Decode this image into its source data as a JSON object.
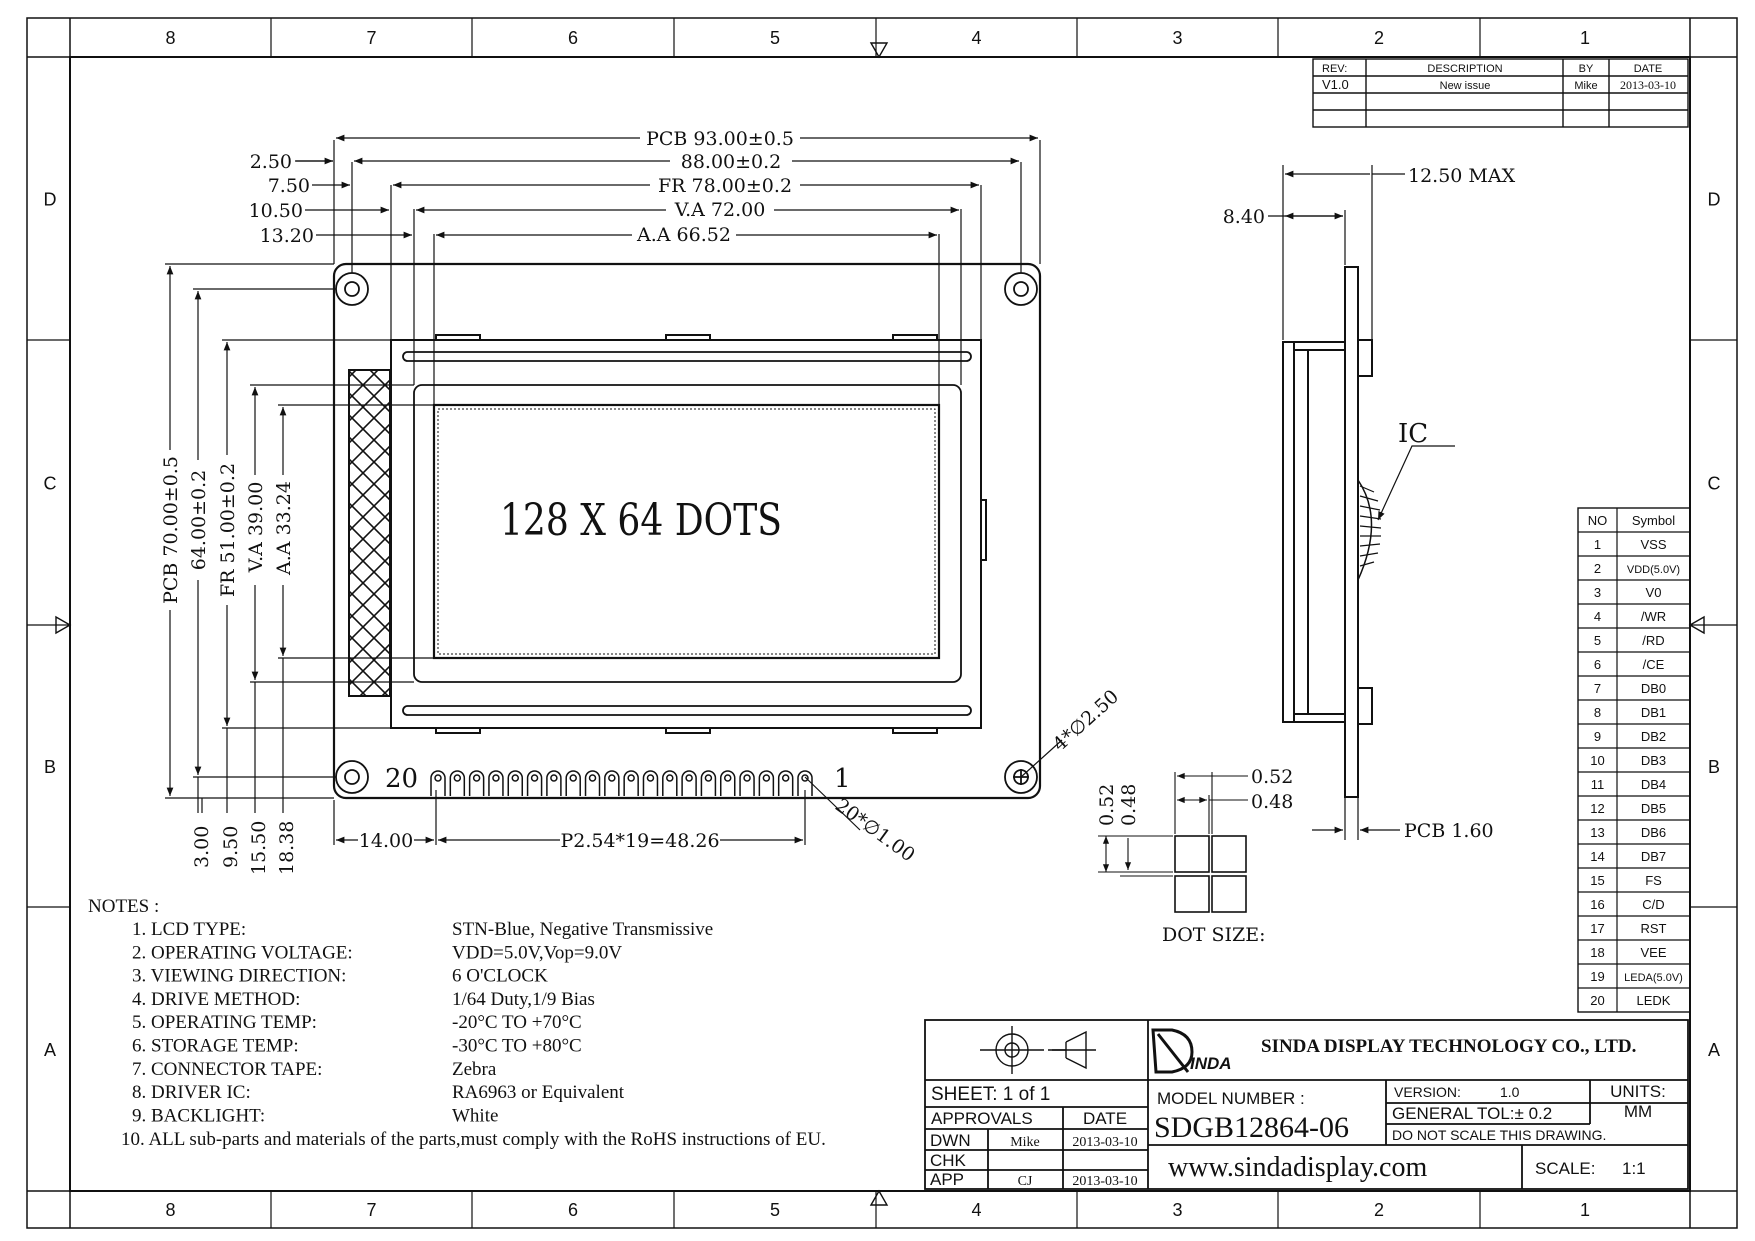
{
  "frame": {
    "columns_top": [
      "8",
      "7",
      "6",
      "5",
      "4",
      "3",
      "2",
      "1"
    ],
    "columns_bottom": [
      "8",
      "7",
      "6",
      "5",
      "4",
      "3",
      "2",
      "1"
    ],
    "rows": [
      "D",
      "C",
      "B",
      "A"
    ]
  },
  "revision": {
    "headers": [
      "REV:",
      "DESCRIPTION",
      "BY",
      "DATE"
    ],
    "rows": [
      [
        "V1.0",
        "New issue",
        "Mike",
        "2013-03-10"
      ]
    ]
  },
  "front_view": {
    "h_dims": [
      {
        "id": "pcb_w",
        "text": "PCB 93.00±0.5"
      },
      {
        "id": "hole_w",
        "text": "88.00±0.2"
      },
      {
        "id": "fr_w",
        "text": "FR 78.00±0.2"
      },
      {
        "id": "va_w",
        "text": "V.A 72.00"
      },
      {
        "id": "aa_w",
        "text": "A.A 66.52"
      }
    ],
    "left_offsets": [
      "2.50",
      "7.50",
      "10.50",
      "13.20"
    ],
    "v_dims": [
      "PCB 70.00±0.5",
      "64.00±0.2",
      "FR 51.00±0.2",
      "V.A 39.00",
      "A.A 33.24"
    ],
    "bottom_offsets": [
      "3.00",
      "9.50",
      "15.50",
      "18.38"
    ],
    "display_text": "128 X 64 DOTS",
    "pin_first": "1",
    "pin_last": "20",
    "pin_pitch": "P2.54*19=48.26",
    "pin_offset": "14.00",
    "pin_hole": "20*∅1.00",
    "mount_hole": "4*∅2.50"
  },
  "side_view": {
    "max_thickness": "12.50 MAX",
    "depth": "8.40",
    "ic_label": "IC",
    "pcb_thickness": "PCB 1.60"
  },
  "dot_size": {
    "label": "DOT SIZE:",
    "h1": "0.52",
    "h2": "0.48",
    "v1": "0.52",
    "v2": "0.48"
  },
  "pins": {
    "headers": [
      "NO",
      "Symbol"
    ],
    "rows": [
      [
        "1",
        "VSS"
      ],
      [
        "2",
        "VDD(5.0V)"
      ],
      [
        "3",
        "V0"
      ],
      [
        "4",
        "/WR"
      ],
      [
        "5",
        "/RD"
      ],
      [
        "6",
        "/CE"
      ],
      [
        "7",
        "DB0"
      ],
      [
        "8",
        "DB1"
      ],
      [
        "9",
        "DB2"
      ],
      [
        "10",
        "DB3"
      ],
      [
        "11",
        "DB4"
      ],
      [
        "12",
        "DB5"
      ],
      [
        "13",
        "DB6"
      ],
      [
        "14",
        "DB7"
      ],
      [
        "15",
        "FS"
      ],
      [
        "16",
        "C/D"
      ],
      [
        "17",
        "RST"
      ],
      [
        "18",
        "VEE"
      ],
      [
        "19",
        "LEDA(5.0V)"
      ],
      [
        "20",
        "LEDK"
      ]
    ]
  },
  "notes": {
    "title": "NOTES :",
    "items": [
      {
        "label": "1. LCD TYPE:",
        "value": "STN-Blue, Negative Transmissive"
      },
      {
        "label": "2. OPERATING VOLTAGE:",
        "value": "VDD=5.0V,Vop=9.0V"
      },
      {
        "label": "3. VIEWING DIRECTION:",
        "value": "6 O'CLOCK"
      },
      {
        "label": "4. DRIVE METHOD:",
        "value": "1/64 Duty,1/9 Bias"
      },
      {
        "label": "5. OPERATING TEMP:",
        "value": "-20°C TO +70°C"
      },
      {
        "label": "6. STORAGE TEMP:",
        "value": "-30°C TO +80°C"
      },
      {
        "label": "7. CONNECTOR TAPE:",
        "value": "Zebra"
      },
      {
        "label": "8. DRIVER IC:",
        "value": "RA6963 or Equivalent"
      },
      {
        "label": "9. BACKLIGHT:",
        "value": "White"
      }
    ],
    "last": "10. ALL sub-parts and materials of the parts,must comply with the RoHS instructions of EU."
  },
  "title_block": {
    "logo": "INDA",
    "company": "SINDA DISPLAY  TECHNOLOGY  CO., LTD.",
    "sheet": "SHEET:  1  of  1",
    "approvals": "APPROVALS",
    "date_header": "DATE",
    "approval_rows": [
      [
        "DWN",
        "Mike",
        "2013-03-10"
      ],
      [
        "CHK",
        "",
        ""
      ],
      [
        "APP",
        "CJ",
        "2013-03-10"
      ]
    ],
    "model_label": "MODEL  NUMBER :",
    "model": "SDGB12864-06",
    "version_label": "VERSION:",
    "version": "1.0",
    "units_label": "UNITS:",
    "units": "MM",
    "tolerance": "GENERAL  TOL:± 0.2",
    "scale_note": "DO  NOT  SCALE  THIS  DRAWING.",
    "website": "www.sindadisplay.com",
    "scale_label": "SCALE:",
    "scale": "1:1"
  }
}
